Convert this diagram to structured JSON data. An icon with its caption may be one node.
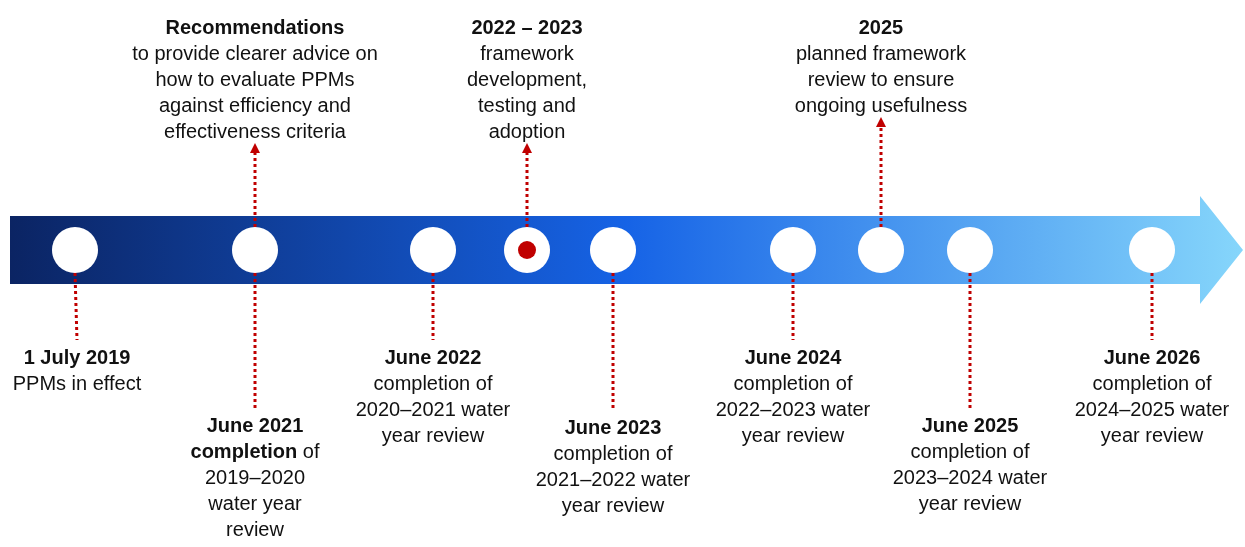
{
  "diagram": {
    "nodes": [
      {
        "text": [],
        "shape": "circle"
      },
      {
        "text": [],
        "shape": "circle"
      },
      {
        "text": [],
        "shape": "circle"
      },
      {
        "text": [],
        "shape": "circle"
      },
      {
        "text": [],
        "shape": "circle"
      },
      {
        "text": [],
        "shape": "circle"
      },
      {
        "text": [],
        "shape": "circle"
      },
      {
        "text": [],
        "shape": "circle"
      },
      {
        "text": [],
        "shape": "circle"
      },
      {
        "text": [
          "Recommendations",
          "to provide clearer advice on how to evaluate PPMs against efficiency and effectiveness criteria"
        ]
      },
      {
        "text": [
          "2022 – 2023",
          "framework development, testing and adoption"
        ]
      },
      {
        "text": [
          "2025",
          "planned framework review to ensure ongoing usefulness"
        ]
      },
      {
        "text": [
          "1 July 2019",
          "PPMs in effect"
        ]
      },
      {
        "text": [
          "June 2021",
          "**completion** of 2019–2020 water year review"
        ]
      },
      {
        "text": [
          "June 2022",
          "completion of 2020–2021 water year review"
        ]
      },
      {
        "text": [
          "June 2023",
          "completion of 2021–2022 water year review"
        ]
      },
      {
        "text": [
          "June 2024",
          "completion of 2022–2023 water year review"
        ]
      },
      {
        "text": [
          "June 2025",
          "completion of 2023–2024 water year review"
        ]
      },
      {
        "text": [
          "June 2026",
          "completion of 2024–2025 water year review"
        ]
      }
    ],
    "edges": [
      {
        "from": 1,
        "to": 9,
        "arrow": "to",
        "style": "dashed"
      },
      {
        "from": 3,
        "to": 10,
        "arrow": "to",
        "style": "dashed"
      },
      {
        "from": 6,
        "to": 11,
        "arrow": "to",
        "style": "dashed"
      },
      {
        "from": 0,
        "to": 12,
        "arrow": "none",
        "style": "dashed"
      },
      {
        "from": 1,
        "to": 13,
        "arrow": "none",
        "style": "dashed"
      },
      {
        "from": 2,
        "to": 14,
        "arrow": "none",
        "style": "dashed"
      },
      {
        "from": 4,
        "to": 15,
        "arrow": "none",
        "style": "dashed"
      },
      {
        "from": 5,
        "to": 16,
        "arrow": "none",
        "style": "dashed"
      },
      {
        "from": 7,
        "to": 17,
        "arrow": "none",
        "style": "dashed"
      },
      {
        "from": 8,
        "to": 18,
        "arrow": "none",
        "style": "dashed"
      }
    ]
  }
}
